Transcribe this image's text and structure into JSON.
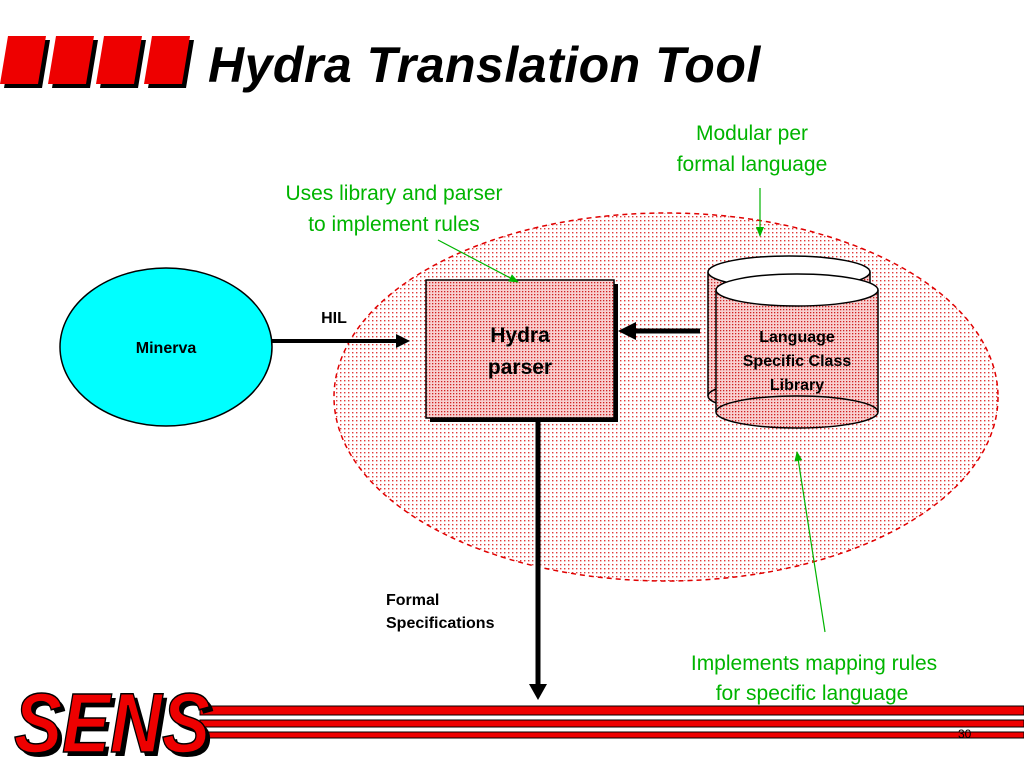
{
  "slide": {
    "title": "Hydra Translation Tool",
    "page_number": "30"
  },
  "diagram": {
    "minerva_label": "Minerva",
    "hil_label": "HIL",
    "parser_label": [
      "Hydra",
      "parser"
    ],
    "library_label": [
      "Language",
      "Specific Class",
      "Library"
    ],
    "output_label": [
      "Formal",
      "Specifications"
    ]
  },
  "annotations": {
    "modular": [
      "Modular per",
      "formal language"
    ],
    "uses_library": [
      "Uses library and parser",
      "to implement rules"
    ],
    "implements": [
      "Implements mapping rules",
      "for specific language"
    ]
  },
  "logo": {
    "text": "SENS"
  },
  "colors": {
    "accent_red": "#ee0000",
    "annotation_green": "#00b400",
    "minerva_fill": "#00ffff",
    "pink_fill": "#f6b9b9"
  }
}
